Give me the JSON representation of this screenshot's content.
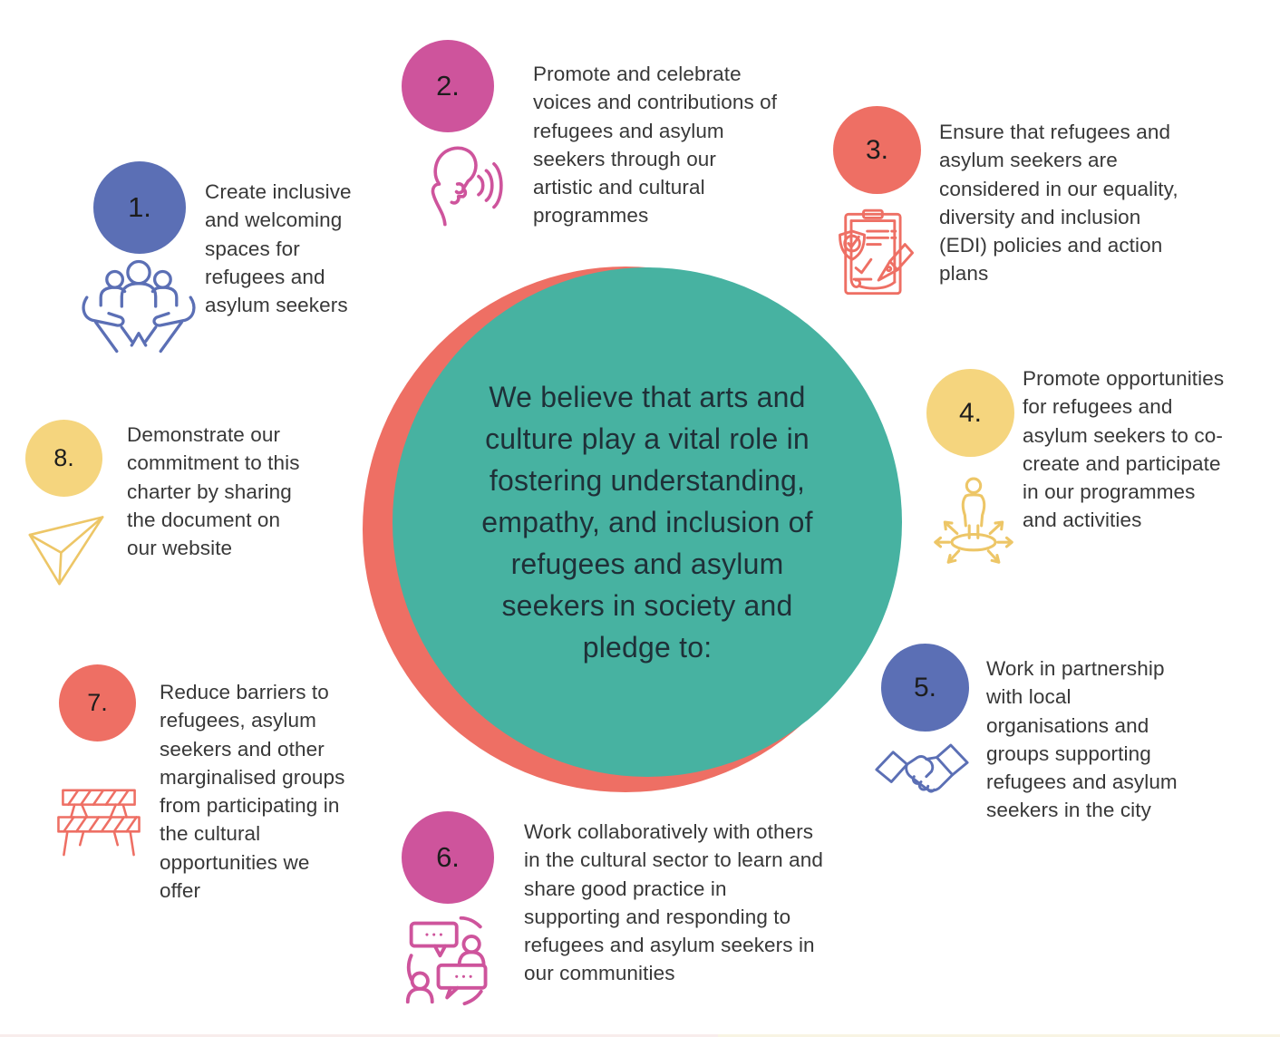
{
  "infographic": {
    "central_statement": "We believe that arts and\nculture play a vital role in\nfostering understanding,\nempathy, and inclusion of\nrefugees and asylum\nseekers in society and\npledge to:",
    "colors": {
      "teal": "#47b2a1",
      "salmon": "#ee6f64",
      "blue": "#5b6fb5",
      "pink": "#ce549c",
      "yellow": "#f5d57e",
      "yellow_icon": "#edc667",
      "body_text": "#383838",
      "center_text": "#1f3038"
    },
    "pledges": [
      {
        "number": "1.",
        "text": "Create inclusive\nand welcoming\nspaces for\nrefugees and\nasylum seekers",
        "circle_color": "#5b6fb5",
        "icon": "people-in-hands-icon",
        "icon_color": "#5b6fb5"
      },
      {
        "number": "2.",
        "text": "Promote and celebrate\nvoices and contributions of\nrefugees and asylum\nseekers through our\nartistic and cultural\nprogrammes",
        "circle_color": "#ce549c",
        "icon": "speaking-head-icon",
        "icon_color": "#ce549c"
      },
      {
        "number": "3.",
        "text": "Ensure that refugees and\nasylum seekers are\nconsidered in our equality,\ndiversity and inclusion\n(EDI) policies and action\nplans",
        "circle_color": "#ee6f64",
        "icon": "edi-policy-clipboard-icon",
        "icon_color": "#ee6f64"
      },
      {
        "number": "4.",
        "text": "Promote opportunities\nfor refugees and\nasylum seekers to co-\ncreate and participate\nin our programmes\nand activities",
        "circle_color": "#f5d57e",
        "icon": "person-opportunities-icon",
        "icon_color": "#edc667"
      },
      {
        "number": "5.",
        "text": "Work in partnership\nwith local\norganisations and\ngroups supporting\nrefugees and asylum\nseekers in the city",
        "circle_color": "#5b6fb5",
        "icon": "handshake-icon",
        "icon_color": "#5b6fb5"
      },
      {
        "number": "6.",
        "text": "Work collaboratively with others\nin the cultural sector to learn and\nshare good practice in\nsupporting and responding to\nrefugees and asylum seekers in\nour communities",
        "circle_color": "#ce549c",
        "icon": "chat-collaboration-icon",
        "icon_color": "#ce549c"
      },
      {
        "number": "7.",
        "text": "Reduce barriers to\nrefugees, asylum\nseekers and other\nmarginalised groups\nfrom participating in\nthe cultural\nopportunities we\noffer",
        "circle_color": "#ee6f64",
        "icon": "road-barrier-icon",
        "icon_color": "#ee6f64"
      },
      {
        "number": "8.",
        "text": "Demonstrate our\ncommitment to this\ncharter by sharing\nthe document on\nour website",
        "circle_color": "#f5d57e",
        "icon": "paper-plane-icon",
        "icon_color": "#edc667"
      }
    ]
  }
}
